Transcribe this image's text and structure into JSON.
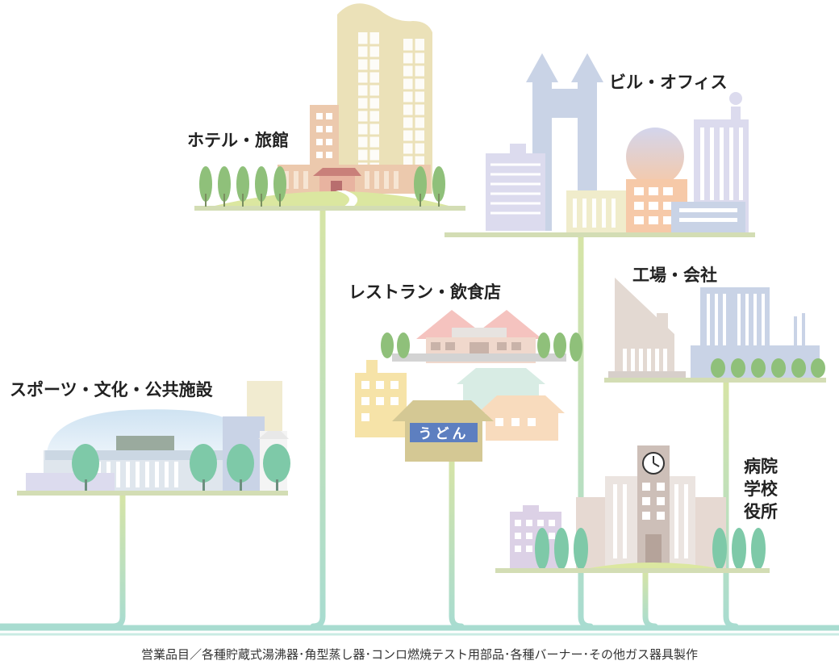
{
  "labels": {
    "hotel": "ホテル・旅館",
    "office": "ビル・オフィス",
    "restaurant": "レストラン・飲食店",
    "factory": "工場・会社",
    "sports": "スポーツ・文化・公共施設",
    "hospital_1": "病院",
    "hospital_2": "学校",
    "hospital_3": "役所"
  },
  "udon_sign": "うどん",
  "caption": "営業品目／各種貯蔵式湯沸器･角型蒸し器･コンロ燃焼テスト用部品･各種バーナー･その他ガス器具製作",
  "colors": {
    "pipe_top": "#d6e4a6",
    "pipe_bottom": "#a8dcd0",
    "tree_green": "#8fc07a",
    "tree_teal": "#7ec9a8",
    "udon_sign_bg": "#5d7fc0"
  }
}
